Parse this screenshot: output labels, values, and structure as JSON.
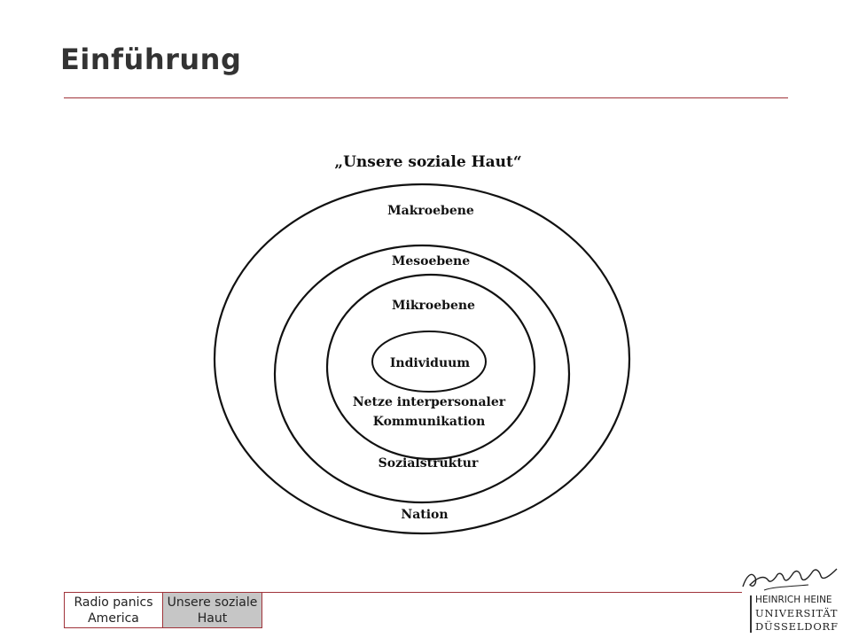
{
  "slide": {
    "title": "Einführung",
    "accent_color": "#a0333a"
  },
  "diagram": {
    "title": "„Unsere soziale Haut“",
    "rings": [
      {
        "level": "Makroebene",
        "label": "Nation"
      },
      {
        "level": "Mesoebene",
        "label": "Sozialstruktur"
      },
      {
        "level": "Mikroebene",
        "label_lines": [
          "Netze interpersonaler",
          "Kommunikation"
        ]
      },
      {
        "level": "Individuum"
      }
    ]
  },
  "footer": {
    "tabs": [
      {
        "label": "Radio panics\nAmerica",
        "active": false
      },
      {
        "label": "Unsere soziale\nHaut",
        "active": true
      }
    ],
    "logo": {
      "signature": "Heinrich Heine",
      "lines": [
        "HEINRICH HEINE",
        "UNIVERSITÄT",
        "DÜSSELDORF"
      ]
    }
  }
}
